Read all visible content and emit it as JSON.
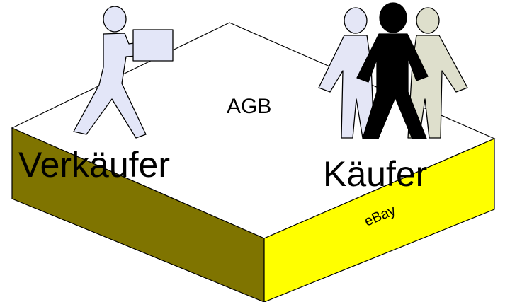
{
  "labels": {
    "agb": "AGB",
    "seller": "Verkäufer",
    "buyer": "Käufer",
    "platform": "eBay"
  },
  "colors": {
    "top_face": "#ffffff",
    "left_face": "#7f7400",
    "right_face": "#ffff00",
    "seller_figure": "#e3e6f8",
    "buyer_back_left": "#e4e6f6",
    "buyer_back_right": "#dedfcc",
    "buyer_front": "#000000",
    "outline": "#000000"
  }
}
